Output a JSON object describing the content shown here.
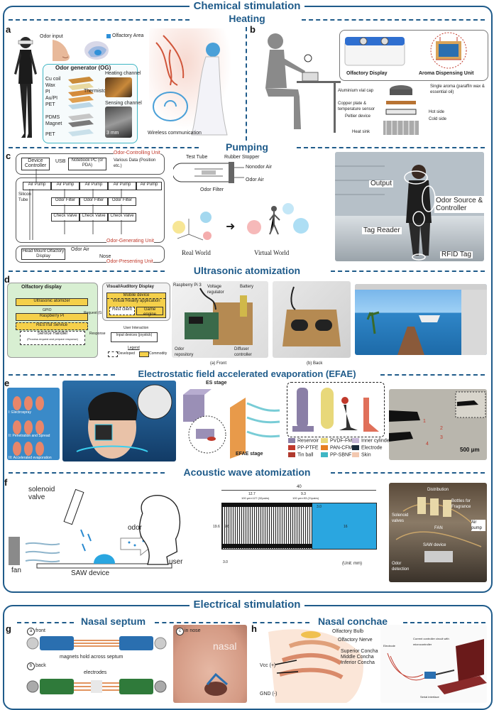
{
  "sections": {
    "chemical": "Chemical stimulation",
    "heating": "Heating",
    "pumping": "Pumping",
    "ultrasonic": "Ultrasonic atomization",
    "efae": "Electrostatic field accelerated evaporation (EFAE)",
    "acoustic": "Acoustic wave atomization",
    "electrical": "Electrical stimulation",
    "septum": "Nasal septum",
    "conchae": "Nasal conchae"
  },
  "panels": {
    "a": "a",
    "b": "b",
    "c": "c",
    "d": "d",
    "e": "e",
    "f": "f",
    "g": "g",
    "h": "h"
  },
  "panel_a": {
    "odor_input": "Odor input",
    "olfactory_area": "Olfactory Area",
    "og_title": "Odor generator (OG)",
    "layers": [
      "Cu coil",
      "Wax",
      "PI",
      "Au/PI",
      "PET",
      "PDMS",
      "Magnet",
      "PET"
    ],
    "thermistor": "Thermistor",
    "heating_channel": "Heating channel",
    "sensing_channel": "Sensing channel",
    "scale": "3 mm",
    "wireless": "Wireless communication"
  },
  "panel_b": {
    "olfactory_display": "Olfactory Display",
    "aroma_unit": "Aroma Dispensing Unit",
    "vial_cap": "Aluminium vial cap",
    "copper": "Copper plate & temperature sensor",
    "single_aroma": "Single aroma (paraffin wax & essential oil)",
    "peltier": "Peltier device",
    "heat_sink": "Heat sink",
    "hot_side": "Hot side",
    "cold_side": "Cold side"
  },
  "panel_c": {
    "controlling_unit": "Odor-Controlling Unit",
    "device_controller": "Device Controller",
    "usb": "USB",
    "notebook": "Notebook PC (or PDA)",
    "various_data": "Various Data (Position etc.)",
    "air_pump": "Air Pump",
    "silicon_tube": "Silicon Tube",
    "odor_filter": "Odor Filter",
    "check_valve": "Check Valve",
    "generating_unit": "Odor-Generating Unit",
    "head_mount": "Head Mount Olfactory Display",
    "odor_air": "Odor Air",
    "nose": "Nose",
    "presenting_unit": "Odor-Presenting Unit",
    "test_tube": "Test Tube",
    "rubber_stopper": "Rubber Stopper",
    "nonodor_air": "Nonodor Air",
    "odor_air2": "Odor Air",
    "odor_filter2": "Odor Filter",
    "real_world": "Real World",
    "virtual_world": "Virtual World",
    "output": "Output",
    "odor_source": "Odor Source & Controller",
    "tag_reader": "Tag Reader",
    "rfid_tag": "RFID Tag"
  },
  "panel_d": {
    "olfactory_display": "Olfactory display",
    "ultrasonic_atomizer": "Ultrasonic atomizer",
    "gpio": "GPIO",
    "raspberry": "Raspberry Pi",
    "restful": "RESTful Service",
    "service_handler": "Service Handler",
    "service_desc": "(Process request and prepare response)",
    "visual_display": "Visual/Auditory Display",
    "mobile": "Mobile device",
    "vr_app": "Virtual Reality application",
    "rest_client": "Rest client",
    "game_engine": "Game engine",
    "request": "Request (GET,PUT,POST)",
    "response": "Response",
    "user_interaction": "User Interaction",
    "input_devices": "Input devices (joystick)",
    "legend": "Legend",
    "developed": "Developed",
    "commodity": "Commodity",
    "rpi3": "Raspberry Pi 3",
    "voltage": "Voltage regulator",
    "battery": "Battery",
    "odor_repo": "Odor repository",
    "diffuser": "Diffuser controller",
    "front": "(a) Front",
    "back": "(b) Back"
  },
  "panel_e": {
    "steps": [
      "I: Electrospray",
      "II: Penetration and Spread",
      "III: Accelerated evaporation"
    ],
    "es_stage": "ES stage",
    "efae_stage": "EFAE stage",
    "legend": [
      {
        "label": "Reservoir",
        "color": "#8a7fa6"
      },
      {
        "label": "PVDF-FM",
        "color": "#e8d87a"
      },
      {
        "label": "Inner cylinder",
        "color": "#c7b8d8"
      },
      {
        "label": "PP-PTFE",
        "color": "#c0392b"
      },
      {
        "label": "PAN-CFM",
        "color": "#e67e22"
      },
      {
        "label": "Electrode",
        "color": "#1a2a3a"
      },
      {
        "label": "Tin ball",
        "color": "#b03a2e"
      },
      {
        "label": "PP-SBNF",
        "color": "#3fb6c4"
      },
      {
        "label": "Skin",
        "color": "#f2c8b0"
      }
    ],
    "micro_labels": [
      "1",
      "2",
      "3",
      "4"
    ],
    "scale": "500 μm"
  },
  "panel_f": {
    "solenoid": "solenoid valve",
    "odor": "odor",
    "fan": "fan",
    "saw": "SAW device",
    "user": "user",
    "dim_top": "40",
    "dim_a": "12.7",
    "dim_a_sub": "100 μm×127 (32pairs)",
    "dim_b": "9.3",
    "dim_b_sub": "100 μm×93 (21pairs)",
    "dim_side": "19.6",
    "dim_inner": "9.6",
    "dim_small": "3.0",
    "dim_bot": "3.0",
    "dim_right": "16",
    "unit": "(Unit: mm)",
    "photo_labels": [
      "Distribution",
      "Solenoid valves",
      "Bottles for Fragrance",
      "FAN",
      "Air pump",
      "SAW device",
      "Odor detection"
    ]
  },
  "panel_g": {
    "front": "front",
    "back": "back",
    "in_nose": "in nose",
    "magnets": "magnets hold across septum",
    "electrodes": "electrodes",
    "nasal_word": "nasal",
    "circle_a": "a",
    "circle_b": "b",
    "circle_c": "c"
  },
  "panel_h": {
    "olfactory_bulb": "Olfactory Bulb",
    "olfactory_nerve": "Olfactory Nerve",
    "superior": "Superior Concha",
    "middle": "Middle Concha",
    "inferior": "Inferior Concha",
    "vcc": "Vcc (+)",
    "gnd": "GND (-)",
    "electrode": "Electrode",
    "controller": "Current controller circuit with microcontroller",
    "serial": "Serial interface"
  },
  "colors": {
    "accent": "#1f5b8a",
    "red_label": "#c0392b",
    "yellow": "#f5d04a",
    "blue_saw": "#2aa6e0"
  }
}
